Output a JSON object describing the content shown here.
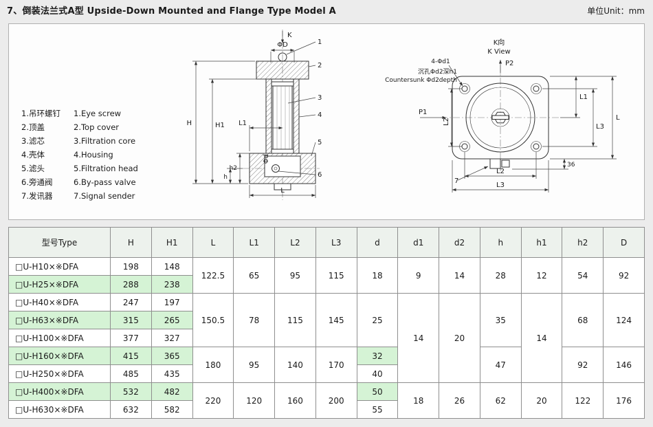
{
  "header": {
    "title": "7、倒装法兰式A型 Upside-Down Mounted and Flange Type Model A",
    "unit": "单位Unit：mm"
  },
  "legend": {
    "items": [
      {
        "zh": "1.吊环螺钉",
        "en": "1.Eye screw"
      },
      {
        "zh": "2.顶盖",
        "en": "2.Top cover"
      },
      {
        "zh": "3.滤芯",
        "en": "3.Filtration core"
      },
      {
        "zh": "4.壳体",
        "en": "4.Housing"
      },
      {
        "zh": "5.滤头",
        "en": "5.Filtration head"
      },
      {
        "zh": "6.旁通阀",
        "en": "6.By-pass valve"
      },
      {
        "zh": "7.发讯器",
        "en": "7.Signal sender"
      }
    ]
  },
  "drawing": {
    "section": {
      "k": "K",
      "phiD": "ΦD",
      "H": "H",
      "H1": "H1",
      "L1": "L1",
      "phid": "Φd",
      "h2": "h2",
      "h": "h",
      "L": "L",
      "callouts": [
        "1",
        "2",
        "3",
        "4",
        "5",
        "6"
      ]
    },
    "kview": {
      "title_zh": "K向",
      "title_en": "K View",
      "holes": "4-Φd1",
      "cs_zh": "沉孔Φd2深h1",
      "cs_en": "Countersunk Φd2depth",
      "p1": "P1",
      "p2": "P2",
      "left_l2": "L2",
      "right_l1": "L1",
      "right_l3": "L3",
      "right_l": "L",
      "dim36": "36",
      "bottom_l2": "L2",
      "bottom_l3": "L3",
      "callout7": "7"
    }
  },
  "table": {
    "headers": [
      "型号Type",
      "H",
      "H1",
      "L",
      "L1",
      "L2",
      "L3",
      "d",
      "d1",
      "d2",
      "h",
      "h1",
      "h2",
      "D"
    ],
    "rows": [
      {
        "type": "□U-H10×※DFA",
        "H": "198",
        "H1": "148",
        "L": "122.5",
        "L1": "65",
        "L2": "95",
        "L3": "115",
        "d": "18",
        "d1": "9",
        "d2": "14",
        "h": "28",
        "h1": "12",
        "h2": "54",
        "D": "92"
      },
      {
        "type": "□U-H25×※DFA",
        "H": "288",
        "H1": "238"
      },
      {
        "type": "□U-H40×※DFA",
        "H": "247",
        "H1": "197",
        "L": "150.5",
        "L1": "78",
        "L2": "115",
        "L3": "145",
        "d": "25",
        "d1": "14",
        "d2": "20",
        "h": "35",
        "h1": "14",
        "h2": "68",
        "D": "124"
      },
      {
        "type": "□U-H63×※DFA",
        "H": "315",
        "H1": "265"
      },
      {
        "type": "□U-H100×※DFA",
        "H": "377",
        "H1": "327"
      },
      {
        "type": "□U-H160×※DFA",
        "H": "415",
        "H1": "365",
        "L": "180",
        "L1": "95",
        "L2": "140",
        "L3": "170",
        "d": "32",
        "h": "47",
        "h2": "92",
        "D": "146"
      },
      {
        "type": "□U-H250×※DFA",
        "H": "485",
        "H1": "435",
        "d": "40"
      },
      {
        "type": "□U-H400×※DFA",
        "H": "532",
        "H1": "482",
        "L": "220",
        "L1": "120",
        "L2": "160",
        "L3": "200",
        "d": "50",
        "d1": "18",
        "d2": "26",
        "h": "62",
        "h1": "20",
        "h2": "122",
        "D": "176"
      },
      {
        "type": "□U-H630×※DFA",
        "H": "632",
        "H1": "582",
        "d": "55"
      }
    ]
  },
  "colors": {
    "row_stripe_green": "#d5f3d5",
    "header_bg": "#edf2ed",
    "grid_line": "#8e8e8e",
    "page_bg": "#ececec"
  }
}
